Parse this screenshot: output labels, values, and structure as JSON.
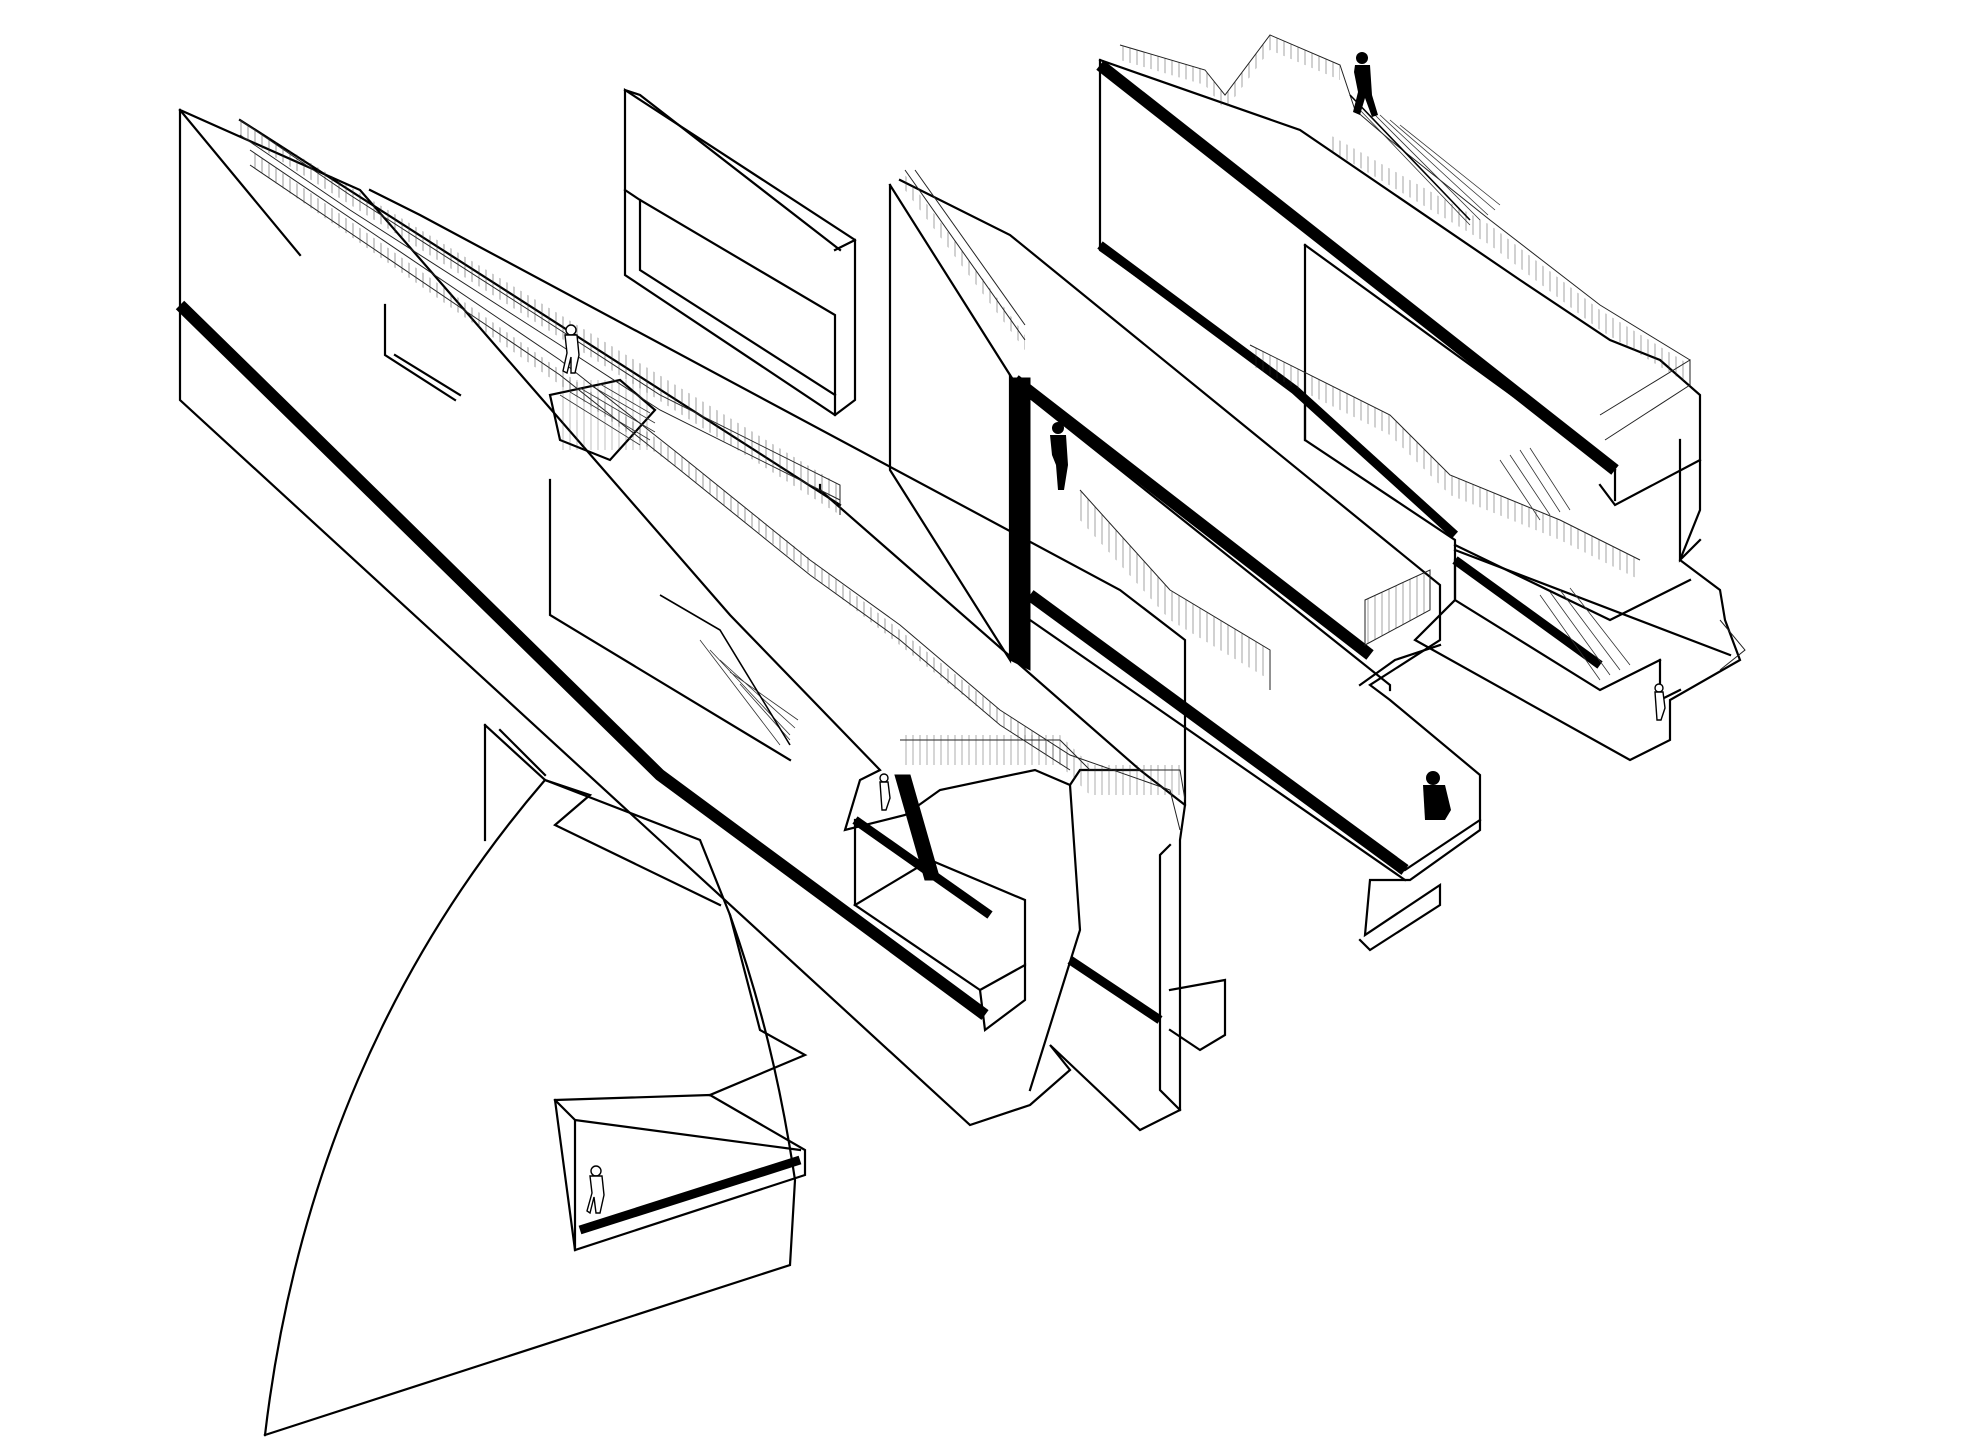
{
  "drawing": {
    "colors": {
      "line": "#000000",
      "background": "#ffffff"
    },
    "elements": [
      "lower-fan-wall",
      "long-ramp-wall",
      "upper-floating-panel",
      "central-framed-block",
      "right-stacked-block"
    ],
    "figures": 7
  }
}
